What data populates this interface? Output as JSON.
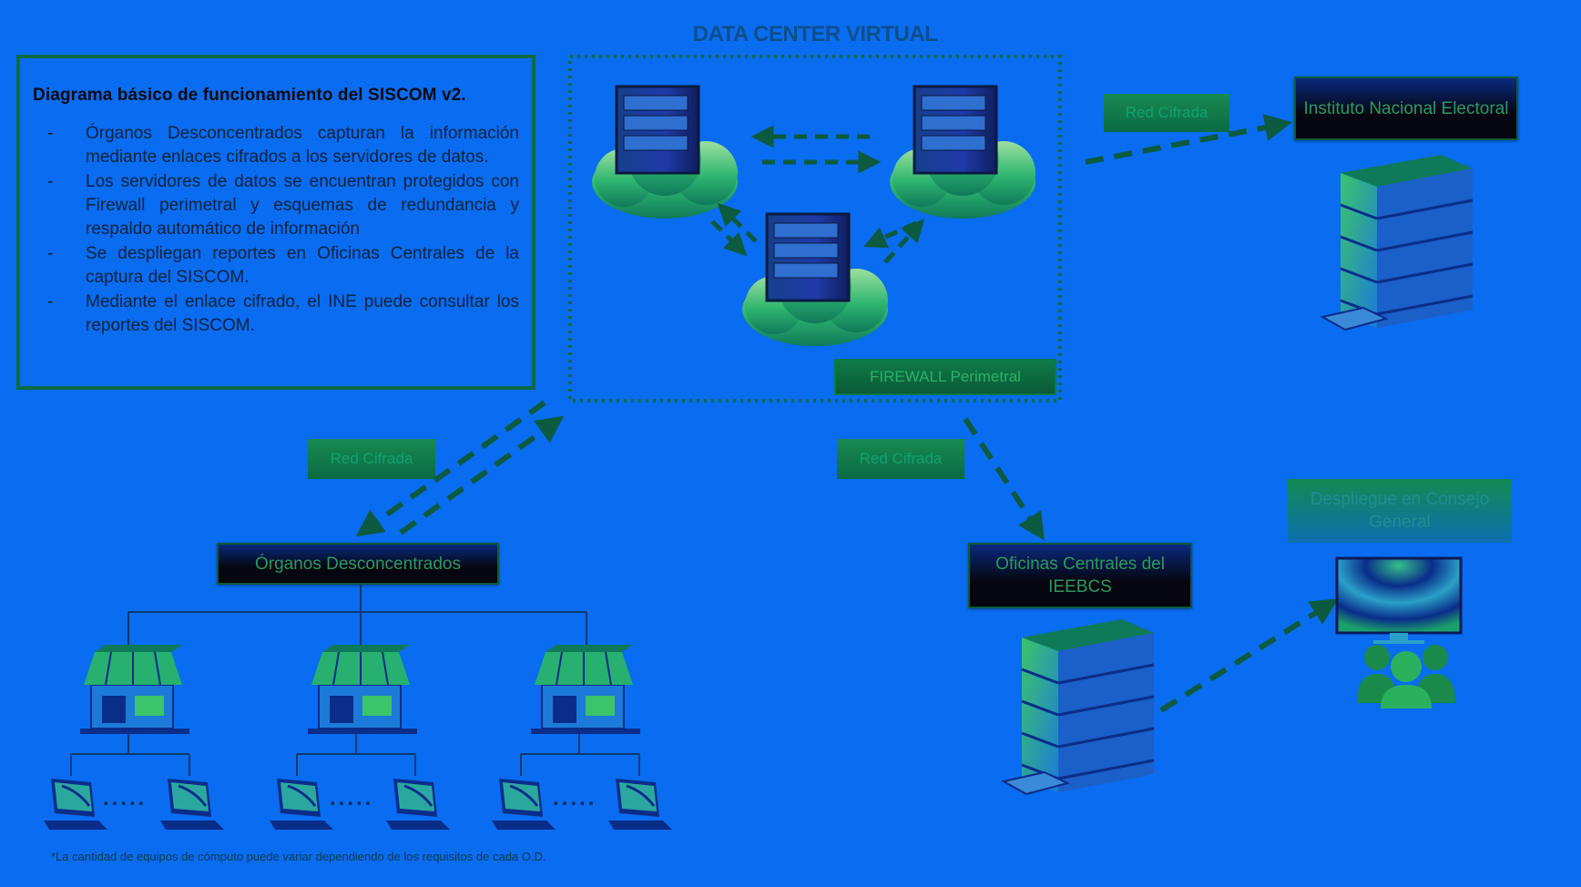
{
  "title": "DATA CENTER VIRTUAL",
  "info": {
    "heading": "Diagrama básico de funcionamiento del SISCOM v2.",
    "items": [
      "Órganos Desconcentrados capturan la información mediante enlaces cifrados a los servidores de datos.",
      "Los servidores de datos se encuentran protegidos con Firewall perimetral y esquemas de redundancia y respaldo automático de información",
      "Se despliegan reportes en Oficinas Centrales de la captura del SISCOM.",
      "Mediante el enlace cifrado, el INE puede consultar los reportes del SISCOM."
    ]
  },
  "labels": {
    "ine": "Instituto Nacional Electoral",
    "organos": "Órganos Desconcentrados",
    "oficinas": "Oficinas Centrales del IEEBCS",
    "consejo": "Despliegue en Consejo General",
    "firewall": "FIREWALL Perimetral",
    "red_cifrada_top": "Red Cifrada",
    "red_cifrada_left": "Red Cifrada",
    "red_cifrada_mid": "Red Cifrada",
    "ellipsis": "....."
  },
  "footnote": "*La cantidad de equipos de cómputo puede variar dependiendo de los requisitos de cada O.D.",
  "colors": {
    "background": "#0a6cf0",
    "arrow": "#0c5a40",
    "box_border": "#0d6b45",
    "label_dark": "#05060f"
  },
  "icons": {
    "server_cloud": "server-cloud-icon",
    "building": "building-icon",
    "store": "store-icon",
    "monitor": "monitor-icon",
    "audience": "people-icon"
  }
}
